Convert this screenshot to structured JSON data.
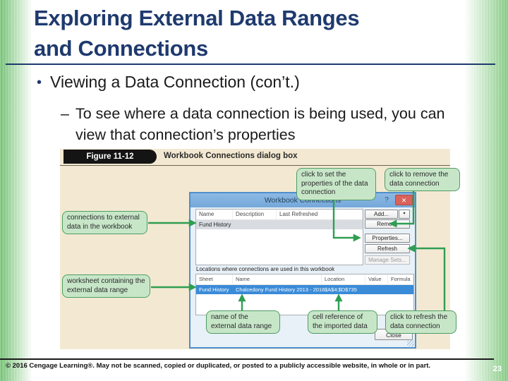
{
  "slide": {
    "title_lines": [
      "Exploring External Data Ranges",
      "and Connections"
    ],
    "bullet": {
      "marker": "•",
      "text": "Viewing a Data Connection (con’t.)"
    },
    "sub_bullet": {
      "marker": "–",
      "text": "To see where a data connection is being used, you can view that connection’s properties"
    },
    "footer_text": "© 2016 Cengage Learning®. May not be scanned, copied or duplicated, or posted to a publicly accessible website, in whole or in part.",
    "page_number": "23"
  },
  "figure": {
    "label": "Figure 11-12",
    "caption": "Workbook Connections dialog box",
    "callouts": [
      {
        "text": "click to set the properties of the data connection"
      },
      {
        "text": "click to remove the data connection"
      },
      {
        "text": "connections to external data in the workbook"
      },
      {
        "text": "worksheet containing the external data range"
      },
      {
        "text": "name of the external data range"
      },
      {
        "text": "cell reference of the imported data"
      },
      {
        "text": "click to refresh the data connection"
      }
    ]
  },
  "dialog": {
    "title": "Workbook Connections",
    "help_icon": "?",
    "close_icon": "✕",
    "connections_list": {
      "columns": [
        "Name",
        "Description",
        "Last Refreshed"
      ],
      "selected_row": {
        "name": "Fund History"
      }
    },
    "buttons": {
      "add": "Add...",
      "add_dropdown": "▾",
      "remove": "Remove",
      "properties": "Properties...",
      "refresh": "Refresh",
      "manage_sets": "Manage Sets..."
    },
    "locations_label": "Locations where connections are used in this workbook",
    "locations_table": {
      "columns": [
        "Sheet",
        "Name",
        "Location",
        "Value",
        "Formula"
      ],
      "selected_row": {
        "sheet": "Fund History",
        "name": "Chalcedony Fund History 2013 - 2016",
        "location": "$A$4:$D$735",
        "value": "",
        "formula": ""
      }
    },
    "close_button": "Close"
  },
  "colors": {
    "title_navy": "#1e3a6e",
    "connector_green": "#2f9e52",
    "callout_fill": "#c7e6c8",
    "callout_border": "#4f9d62",
    "figure_bg": "#f3e9d2",
    "dialog_titlebar": "#74a8da",
    "dialog_border": "#4e8fca",
    "selected_row_blue": "#3a8bd8",
    "close_x_red": "#d9625a"
  }
}
